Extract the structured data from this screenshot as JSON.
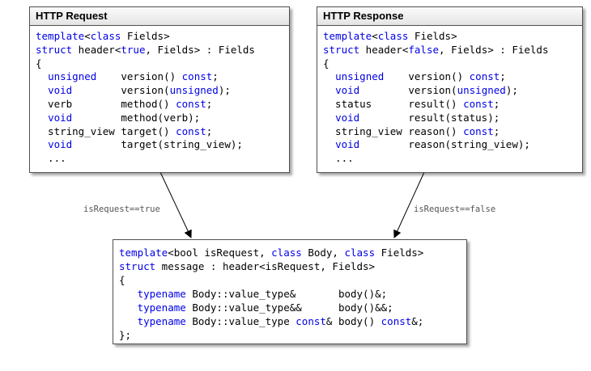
{
  "request_box": {
    "title": "HTTP Request",
    "lines": [
      [
        {
          "t": "template",
          "k": true
        },
        {
          "t": "<"
        },
        {
          "t": "class",
          "k": true
        },
        {
          "t": " Fields>"
        }
      ],
      [
        {
          "t": "struct",
          "k": true
        },
        {
          "t": " header<"
        },
        {
          "t": "true",
          "k": true
        },
        {
          "t": ", Fields> : Fields"
        }
      ],
      [
        {
          "t": "{"
        }
      ],
      [
        {
          "t": "  "
        },
        {
          "t": "unsigned",
          "k": true
        },
        {
          "t": "    version() "
        },
        {
          "t": "const",
          "k": true
        },
        {
          "t": ";"
        }
      ],
      [
        {
          "t": "  "
        },
        {
          "t": "void",
          "k": true
        },
        {
          "t": "        version("
        },
        {
          "t": "unsigned",
          "k": true
        },
        {
          "t": ");"
        }
      ],
      [
        {
          "t": "  verb        method() "
        },
        {
          "t": "const",
          "k": true
        },
        {
          "t": ";"
        }
      ],
      [
        {
          "t": "  "
        },
        {
          "t": "void",
          "k": true
        },
        {
          "t": "        method(verb);"
        }
      ],
      [
        {
          "t": "  string_view target() "
        },
        {
          "t": "const",
          "k": true
        },
        {
          "t": ";"
        }
      ],
      [
        {
          "t": "  "
        },
        {
          "t": "void",
          "k": true
        },
        {
          "t": "        target(string_view);"
        }
      ],
      [
        {
          "t": "  ..."
        }
      ]
    ]
  },
  "response_box": {
    "title": "HTTP Response",
    "lines": [
      [
        {
          "t": "template",
          "k": true
        },
        {
          "t": "<"
        },
        {
          "t": "class",
          "k": true
        },
        {
          "t": " Fields>"
        }
      ],
      [
        {
          "t": "struct",
          "k": true
        },
        {
          "t": " header<"
        },
        {
          "t": "false",
          "k": true
        },
        {
          "t": ", Fields> : Fields"
        }
      ],
      [
        {
          "t": "{"
        }
      ],
      [
        {
          "t": "  "
        },
        {
          "t": "unsigned",
          "k": true
        },
        {
          "t": "    version() "
        },
        {
          "t": "const",
          "k": true
        },
        {
          "t": ";"
        }
      ],
      [
        {
          "t": "  "
        },
        {
          "t": "void",
          "k": true
        },
        {
          "t": "        version("
        },
        {
          "t": "unsigned",
          "k": true
        },
        {
          "t": ");"
        }
      ],
      [
        {
          "t": "  status      result() "
        },
        {
          "t": "const",
          "k": true
        },
        {
          "t": ";"
        }
      ],
      [
        {
          "t": "  "
        },
        {
          "t": "void",
          "k": true
        },
        {
          "t": "        result(status);"
        }
      ],
      [
        {
          "t": "  string_view reason() "
        },
        {
          "t": "const",
          "k": true
        },
        {
          "t": ";"
        }
      ],
      [
        {
          "t": "  "
        },
        {
          "t": "void",
          "k": true
        },
        {
          "t": "        reason(string_view);"
        }
      ],
      [
        {
          "t": "  ..."
        }
      ]
    ]
  },
  "message_box": {
    "lines": [
      [
        {
          "t": "template",
          "k": true
        },
        {
          "t": "<bool isRequest, "
        },
        {
          "t": "class",
          "k": true
        },
        {
          "t": " Body, "
        },
        {
          "t": "class",
          "k": true
        },
        {
          "t": " Fields>"
        }
      ],
      [
        {
          "t": "struct",
          "k": true
        },
        {
          "t": " message : header<isRequest, Fields>"
        }
      ],
      [
        {
          "t": "{"
        }
      ],
      [
        {
          "t": "   "
        },
        {
          "t": "typename",
          "k": true
        },
        {
          "t": " Body::value_type&       body()&;"
        }
      ],
      [
        {
          "t": "   "
        },
        {
          "t": "typename",
          "k": true
        },
        {
          "t": " Body::value_type&&      body()&&;"
        }
      ],
      [
        {
          "t": "   "
        },
        {
          "t": "typename",
          "k": true
        },
        {
          "t": " Body::value_type "
        },
        {
          "t": "const",
          "k": true
        },
        {
          "t": "& body() "
        },
        {
          "t": "const",
          "k": true
        },
        {
          "t": "&;"
        }
      ],
      [
        {
          "t": "};"
        }
      ]
    ]
  },
  "edges": {
    "request_label": "isRequest==true",
    "response_label": "isRequest==false"
  },
  "colors": {
    "keyword": "#0000e6",
    "edge_label": "#555555",
    "border": "#505050"
  }
}
